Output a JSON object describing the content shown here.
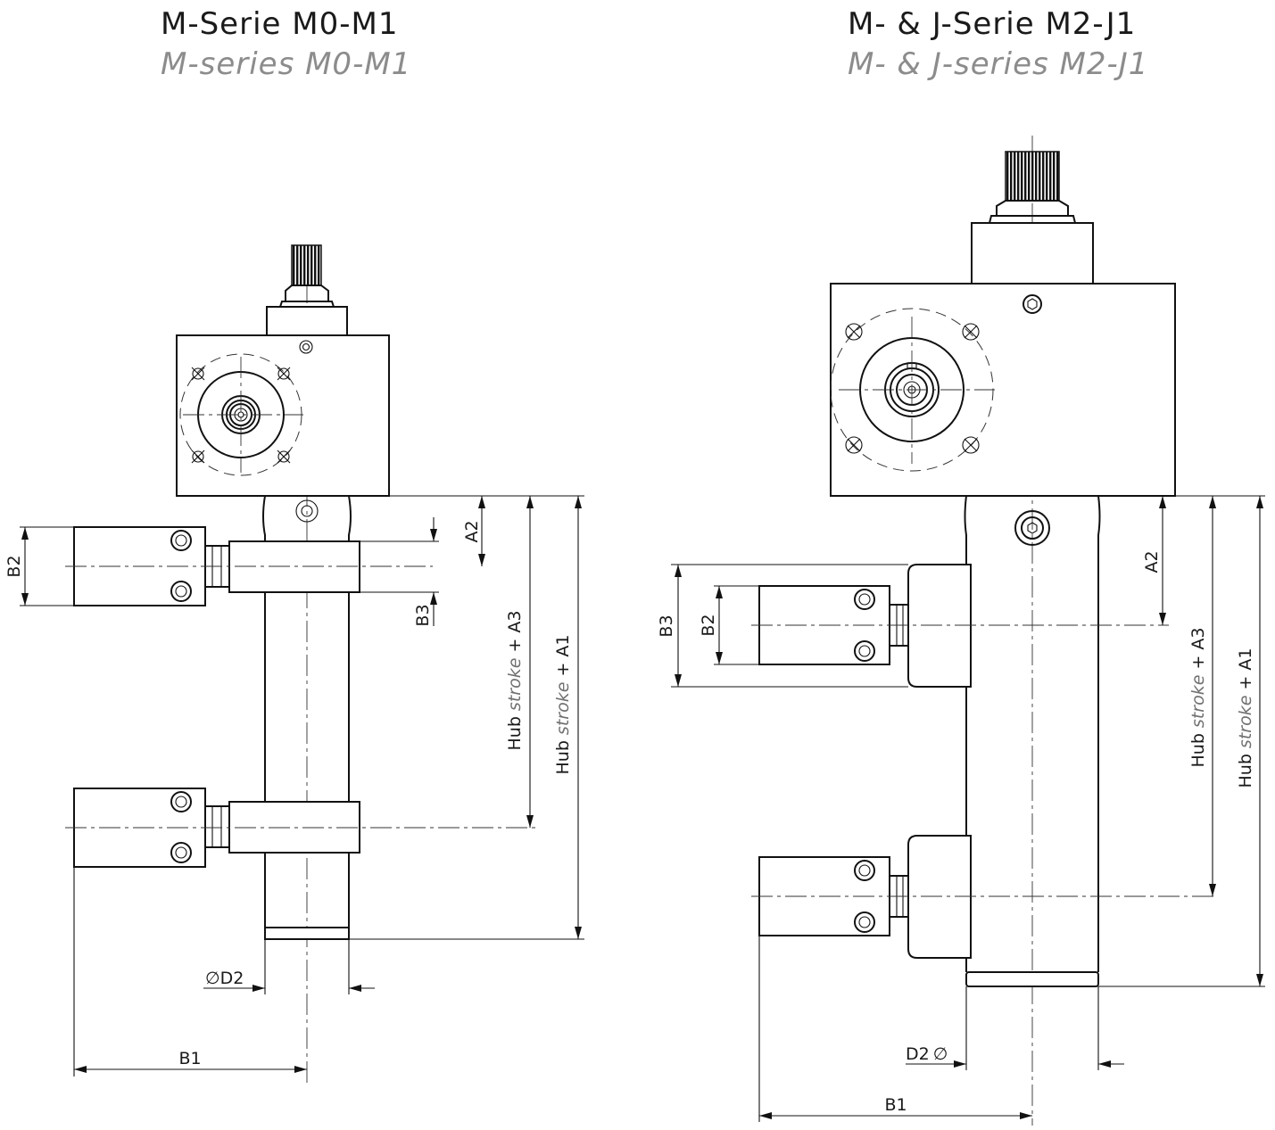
{
  "left": {
    "title_de": "M-Serie M0-M1",
    "title_en": "M-series M0-M1",
    "dims": {
      "A2": "A2",
      "B2": "B2",
      "B3": "B3",
      "B1": "B1",
      "D2": "D2",
      "diameter": "∅",
      "hub": "Hub",
      "stroke": "stroke",
      "plus_A3": "+ A3",
      "plus_A1": "+ A1"
    }
  },
  "right": {
    "title_de": "M- & J-Serie M2-J1",
    "title_en": "M- & J-series M2-J1",
    "dims": {
      "A2": "A2",
      "B2": "B2",
      "B3": "B3",
      "B1": "B1",
      "D2": "D2",
      "diameter": "∅",
      "hub": "Hub",
      "stroke": "stroke",
      "plus_A3": "+ A3",
      "plus_A1": "+ A1"
    }
  }
}
